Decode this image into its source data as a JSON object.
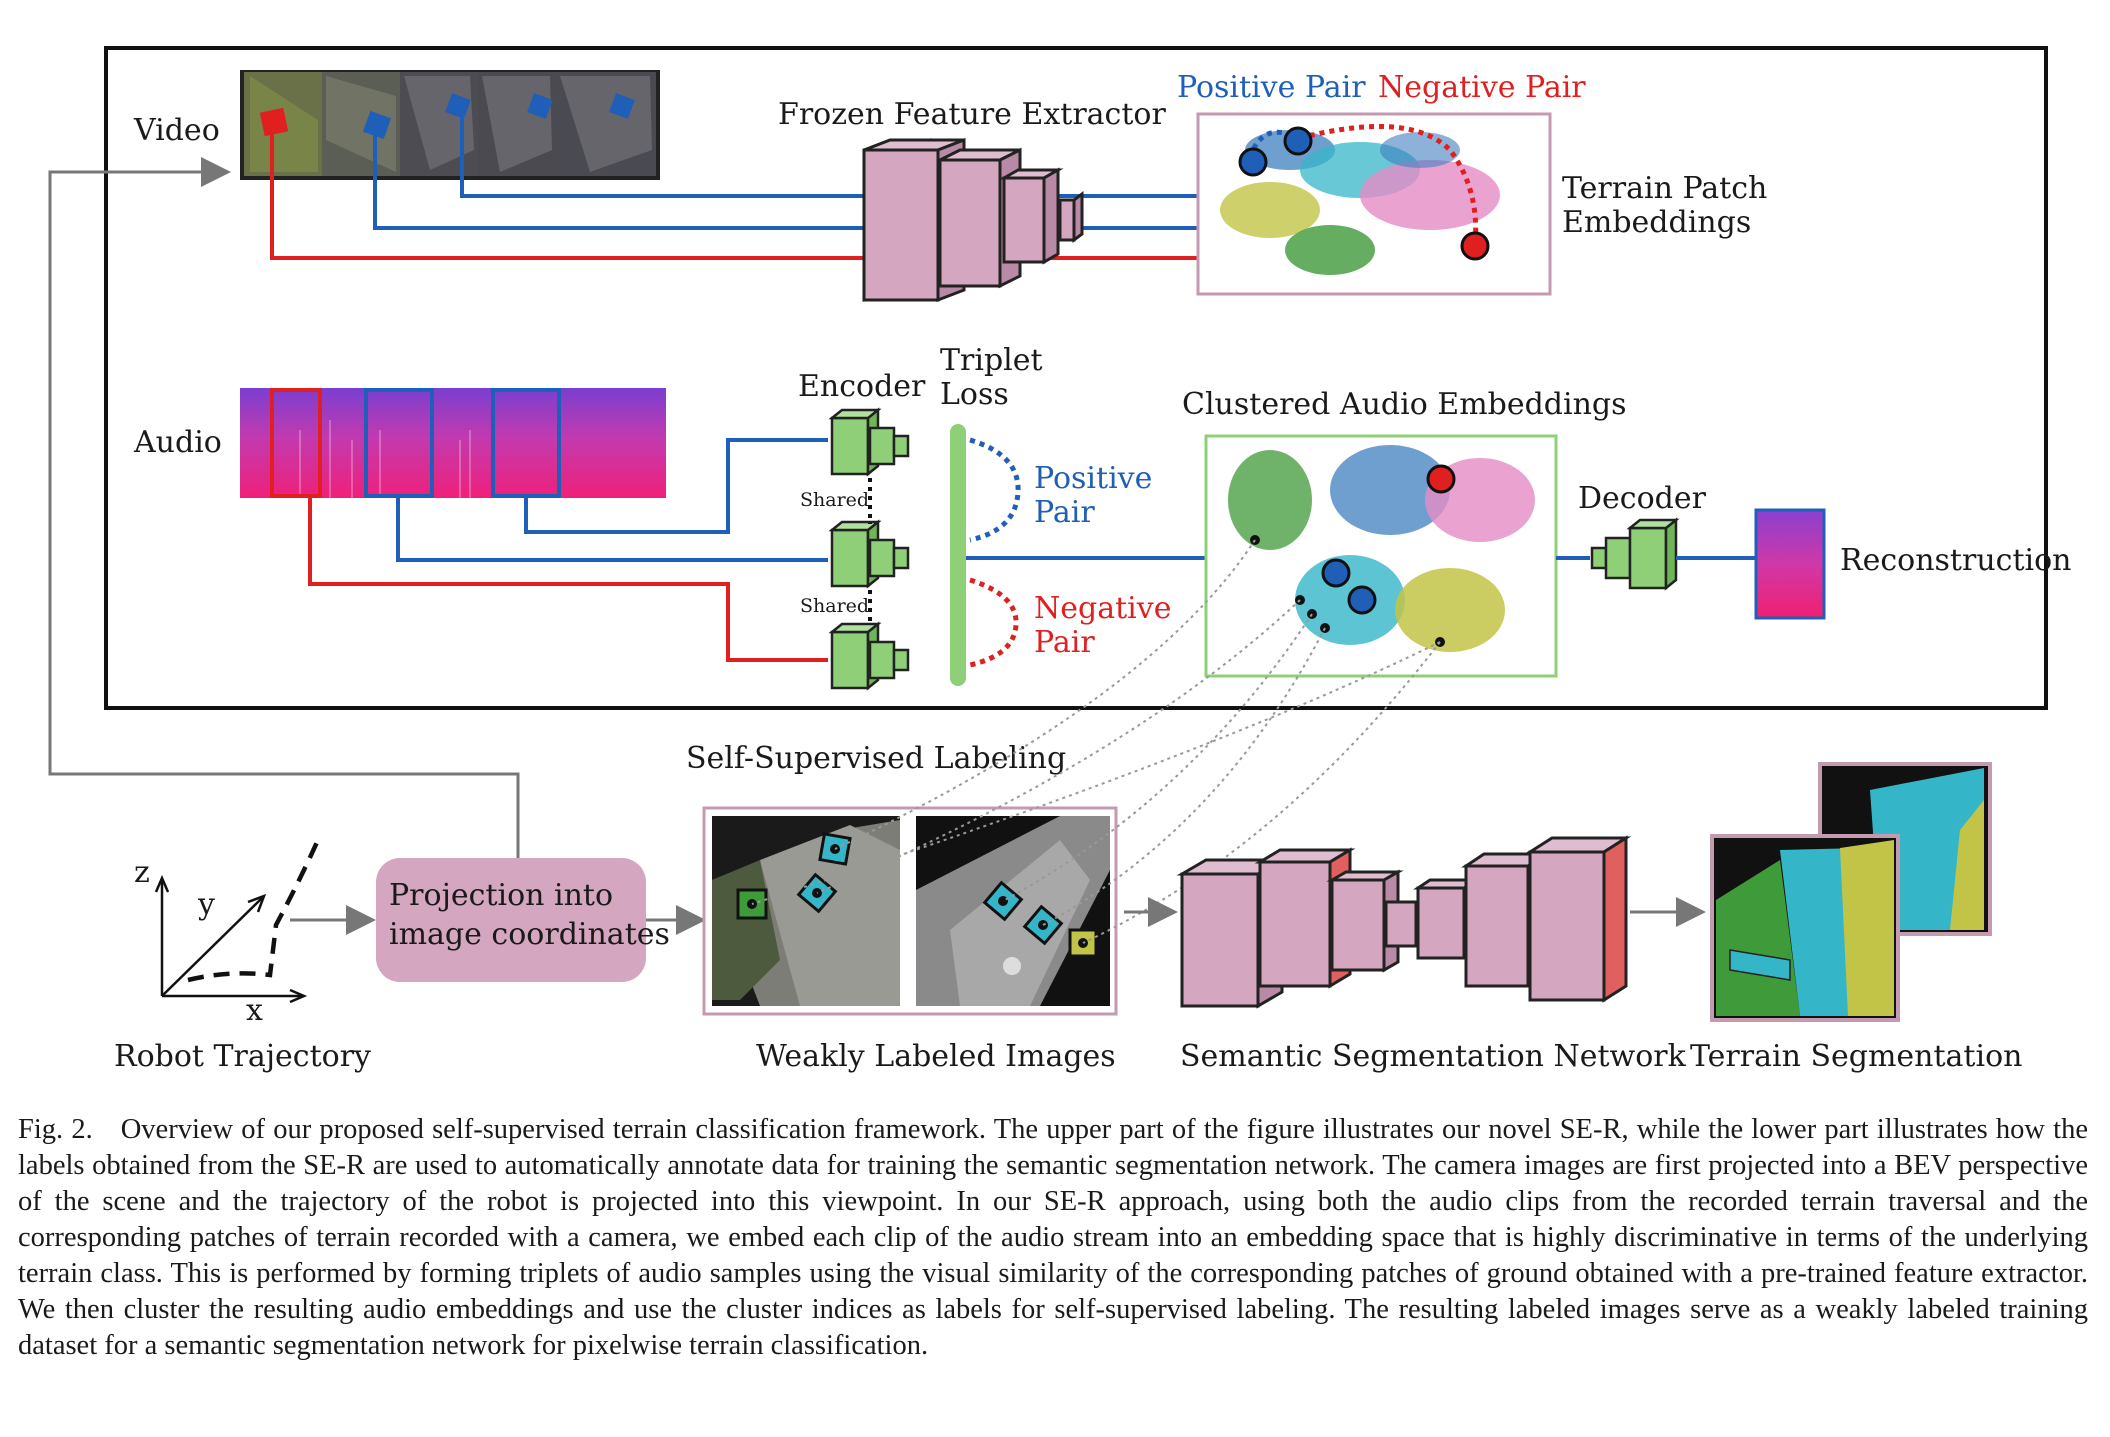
{
  "labels": {
    "video": "Video",
    "audio": "Audio",
    "frozen_extractor": "Frozen Feature Extractor",
    "positive_pair_top": "Positive Pair",
    "negative_pair_top": "Negative Pair",
    "terrain_patch_line1": "Terrain Patch",
    "terrain_patch_line2": "Embeddings",
    "encoder": "Encoder",
    "triplet_line1": "Triplet",
    "triplet_line2": "Loss",
    "shared": "Shared",
    "positive_line1": "Positive",
    "pair": "Pair",
    "negative_line1": "Negative",
    "clustered_audio": "Clustered Audio Embeddings",
    "decoder": "Decoder",
    "reconstruction": "Reconstruction",
    "self_supervised_labeling": "Self-Supervised Labeling",
    "axis_z": "z",
    "axis_y": "y",
    "axis_x": "x",
    "robot_trajectory": "Robot Trajectory",
    "projection_line1": "Projection into",
    "projection_line2": "image coordinates",
    "weakly_labeled_images": "Weakly Labeled Images",
    "semantic_segmentation_network": "Semantic Segmentation Network",
    "terrain_segmentation": "Terrain Segmentation"
  },
  "caption": {
    "fig_num": "Fig. 2.",
    "text": "Overview of our proposed self-supervised terrain classification framework. The upper part of the figure illustrates our novel SE-R, while the lower part illustrates how the labels obtained from the SE-R are used to automatically annotate data for training the semantic segmentation network. The camera images are first projected into a BEV perspective of the scene and the trajectory of the robot is projected into this viewpoint. In our SE-R approach, using both the audio clips from the recorded terrain traversal and the corresponding patches of terrain recorded with a camera, we embed each clip of the audio stream into an embedding space that is highly discriminative in terms of the underlying terrain class. This is performed by forming triplets of audio samples using the visual similarity of the corresponding patches of ground obtained with a pre-trained feature extractor. We then cluster the resulting audio embeddings and use the cluster indices as labels for self-supervised labeling. The resulting labeled images serve as a weakly labeled training dataset for a semantic segmentation network for pixelwise terrain classification."
  },
  "colors": {
    "positive": "#1f5fb8",
    "negative": "#e02020",
    "encoder_green": "#8fcf78",
    "pink_block": "#d4a6bf",
    "frame": "#111111",
    "cluster_green": "#3f9a3a",
    "cluster_blue": "#3f7fbf",
    "cluster_cyan": "#35b5c8",
    "cluster_pink": "#e58cc6",
    "cluster_yellow": "#c2c447"
  }
}
